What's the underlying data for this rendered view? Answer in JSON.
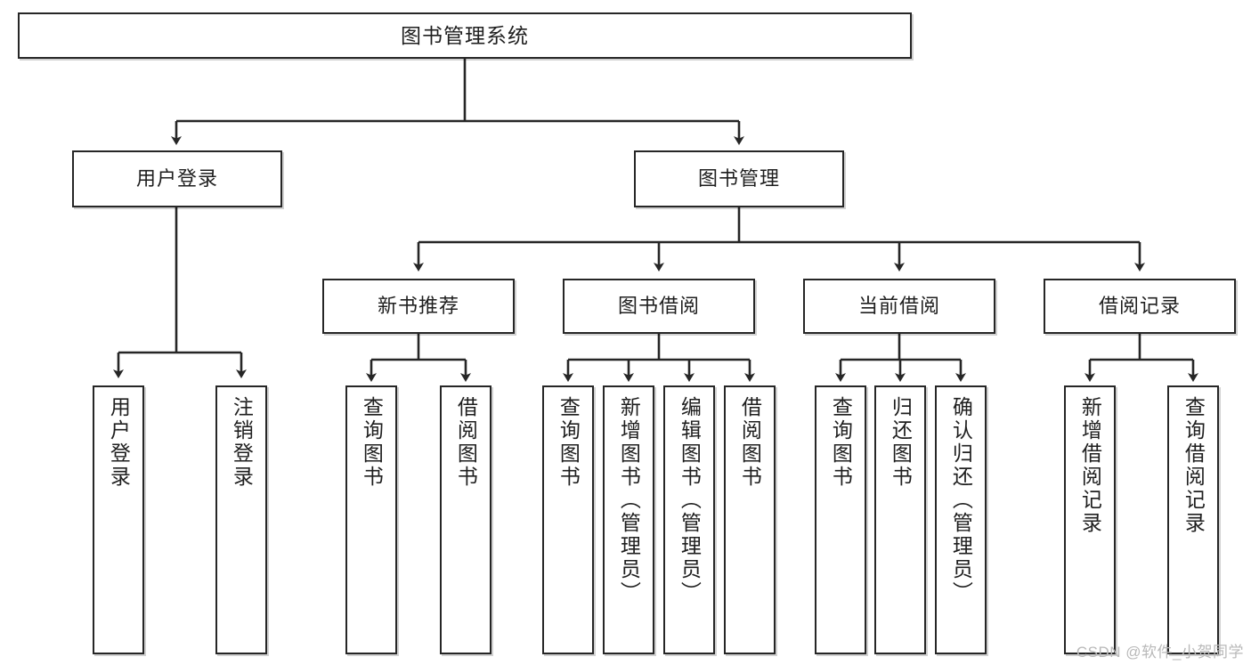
{
  "diagram": {
    "title": "图书管理系统",
    "type": "tree-hierarchy-chart",
    "watermark": "CSDN @软件_小贺同学",
    "root": {
      "label": "图书管理系统"
    },
    "level2": [
      {
        "label": "用户登录"
      },
      {
        "label": "图书管理"
      }
    ],
    "level3": [
      {
        "label": "新书推荐"
      },
      {
        "label": "图书借阅"
      },
      {
        "label": "当前借阅"
      },
      {
        "label": "借阅记录"
      }
    ],
    "leaves": {
      "user_login": [
        {
          "label": "用户登录"
        },
        {
          "label": "注销登录"
        }
      ],
      "new_book_recommend": [
        {
          "label": "查询图书"
        },
        {
          "label": "借阅图书"
        }
      ],
      "book_borrow": [
        {
          "label": "查询图书"
        },
        {
          "label": "新增图书（管理员）"
        },
        {
          "label": "编辑图书（管理员）"
        },
        {
          "label": "借阅图书"
        }
      ],
      "current_borrow": [
        {
          "label": "查询图书"
        },
        {
          "label": "归还图书"
        },
        {
          "label": "确认归还（管理员）"
        }
      ],
      "borrow_record": [
        {
          "label": "新增借阅记录"
        },
        {
          "label": "查询借阅记录"
        }
      ]
    },
    "colors": {
      "stroke": "#262626",
      "fill": "#ffffff",
      "text": "#1f1f1f",
      "watermark": "#b9b9b9"
    }
  }
}
